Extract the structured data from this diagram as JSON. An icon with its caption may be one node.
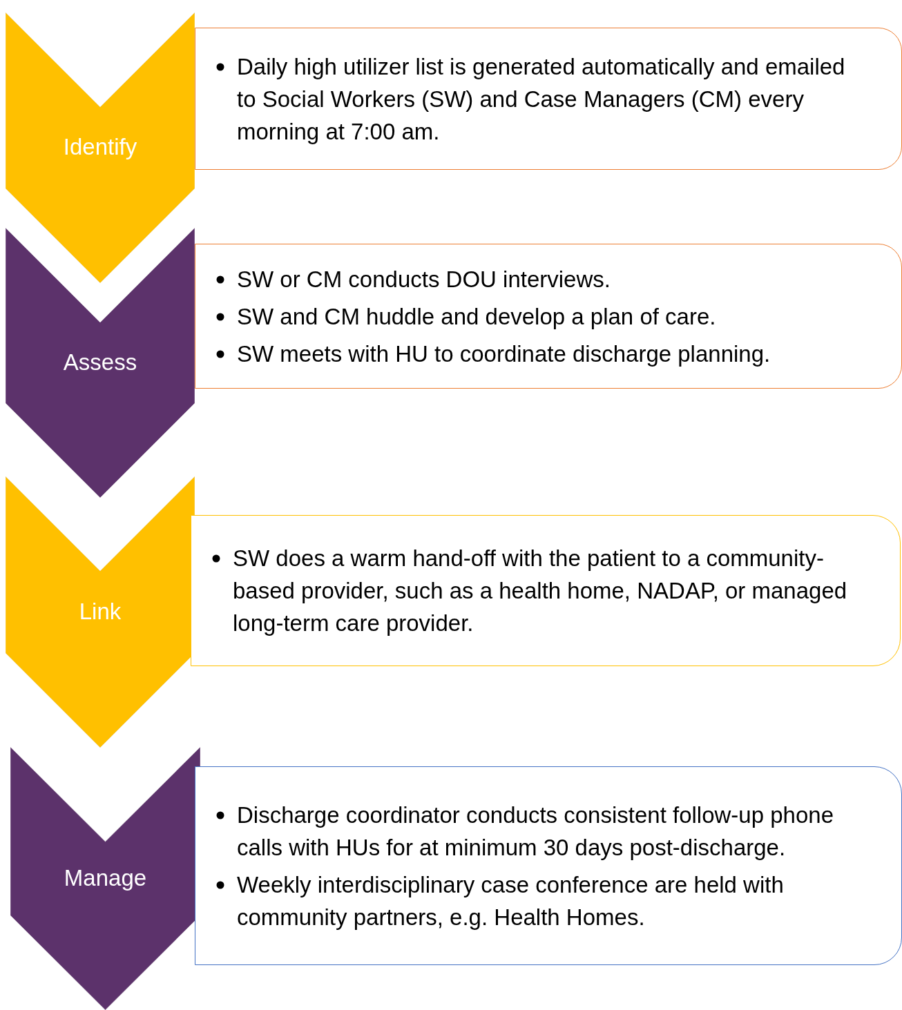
{
  "diagram": {
    "nodes": [
      {
        "text": [
          "Identify"
        ]
      },
      {
        "text": [
          "Daily high utilizer list is generated automatically and emailed to Social Workers (SW) and Case Managers (CM) every morning at 7:00 am."
        ]
      },
      {
        "text": [
          "Assess"
        ]
      },
      {
        "text": [
          "SW or CM conducts DOU interviews.",
          "SW and CM huddle and develop a plan of care.",
          "SW meets with HU to coordinate discharge planning."
        ]
      },
      {
        "text": [
          "Link"
        ]
      },
      {
        "text": [
          "SW does a warm hand-off with the patient to a community-based provider, such as a health home, NADAP, or managed long-term care provider."
        ]
      },
      {
        "text": [
          "Manage"
        ]
      },
      {
        "text": [
          "Discharge coordinator conducts consistent follow-up phone calls with HUs for at minimum 30 days post-discharge.",
          "Weekly interdisciplinary case conference are held with community partners, e.g. Health Homes."
        ]
      }
    ]
  }
}
